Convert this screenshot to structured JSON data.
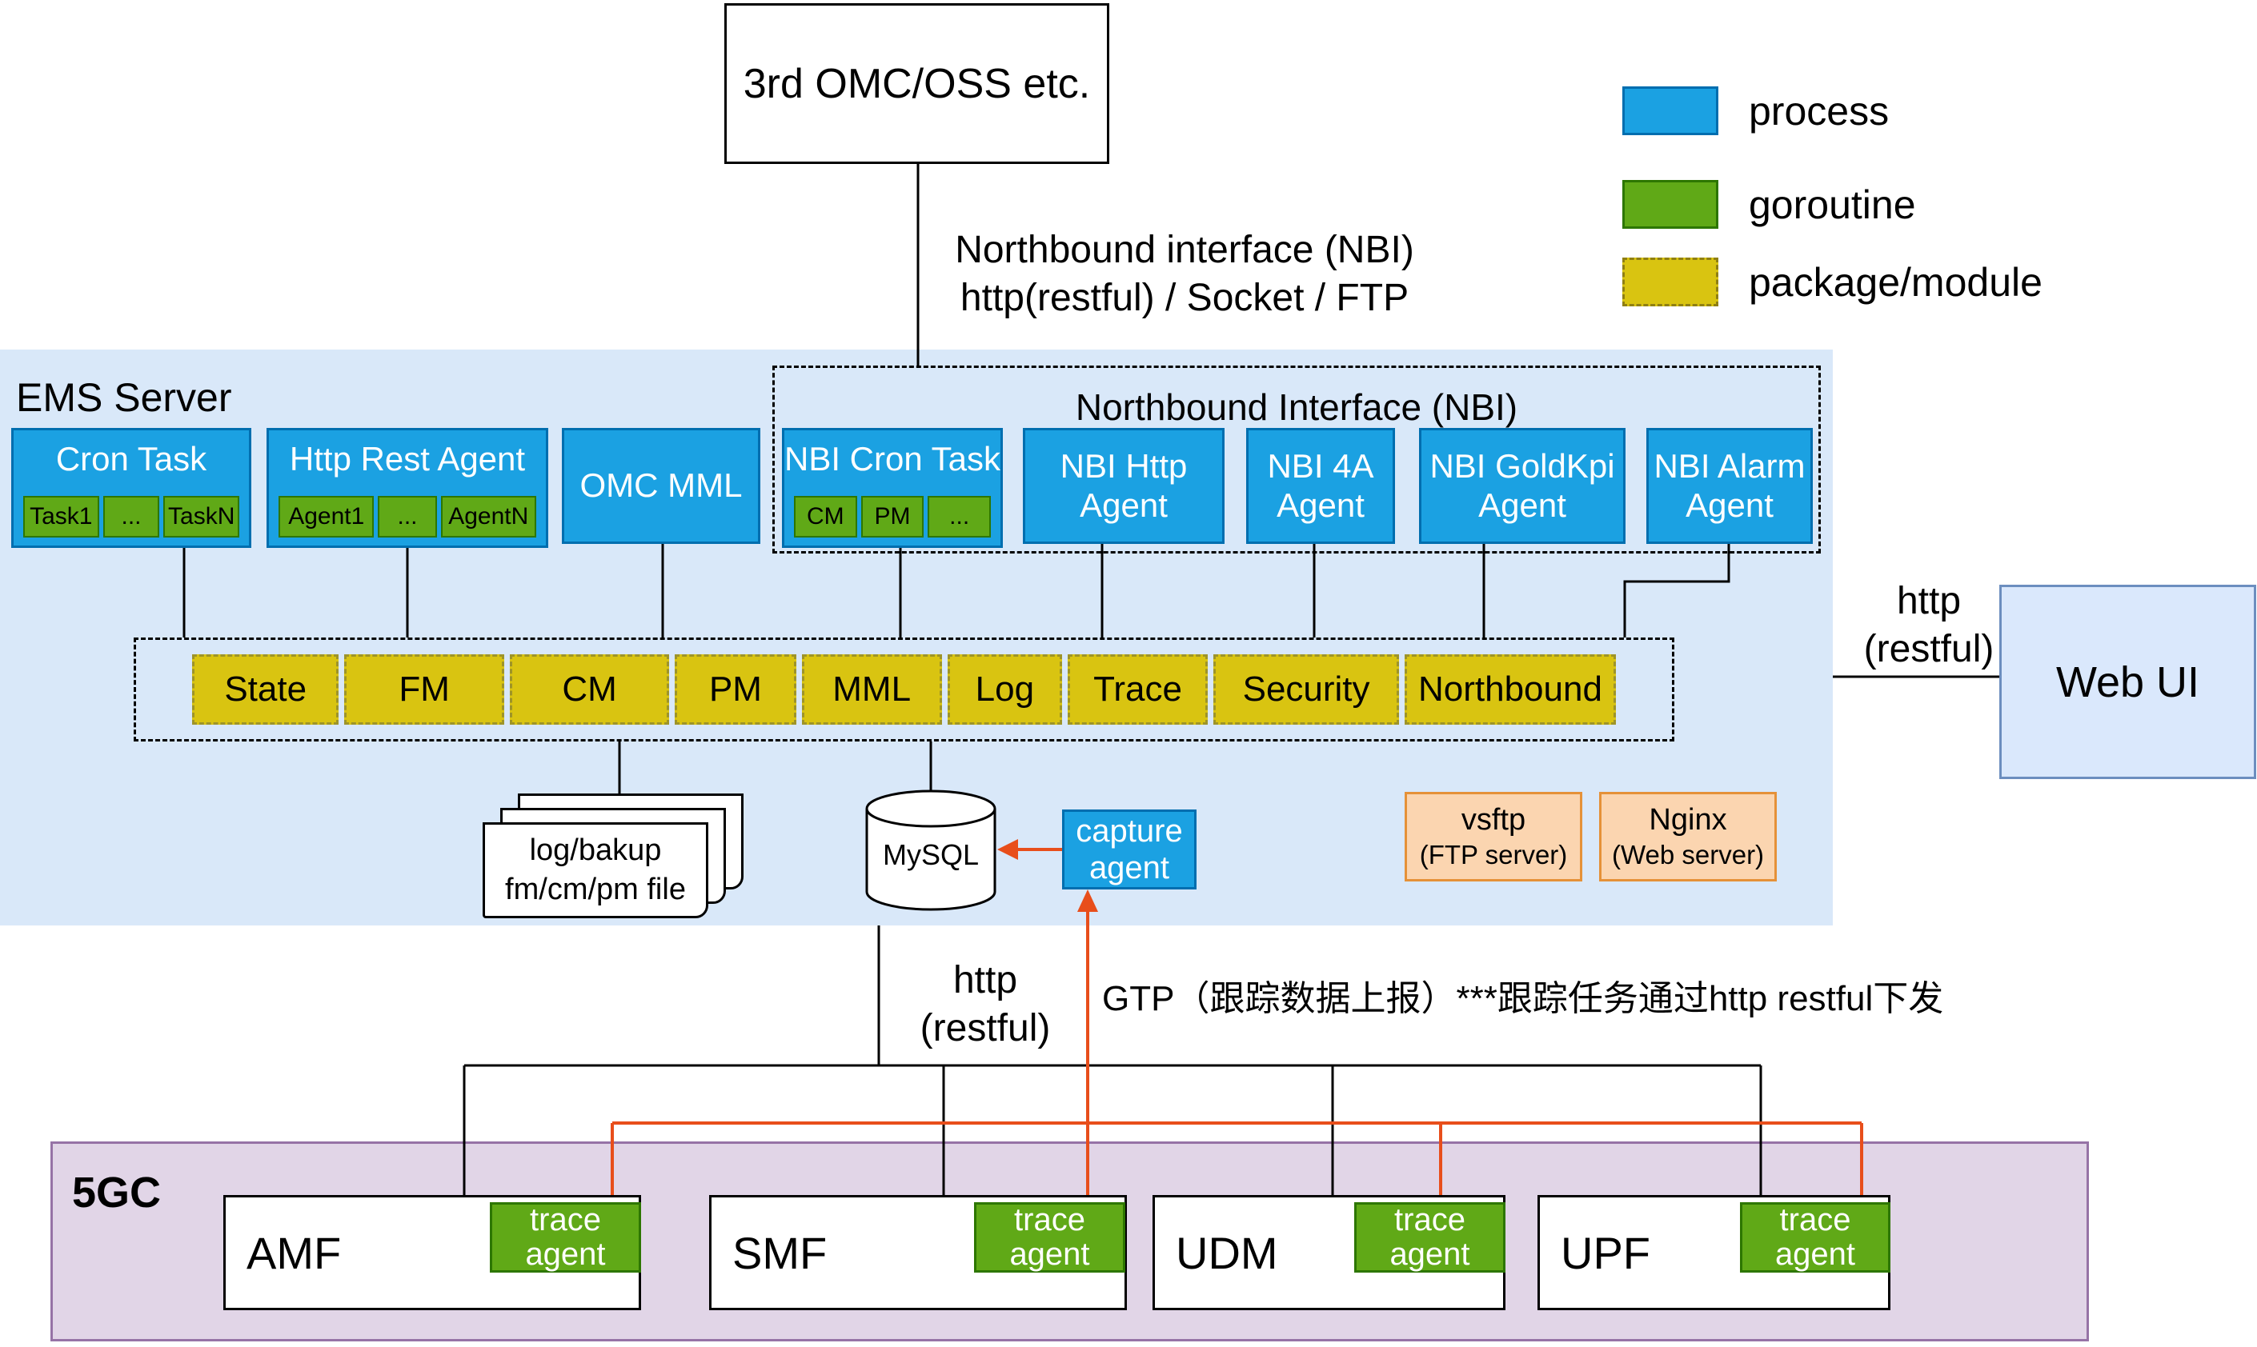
{
  "external": {
    "label": "3rd OMC/OSS etc."
  },
  "legend": {
    "process": "process",
    "goroutine": "goroutine",
    "package": "package/module"
  },
  "nbi_link": {
    "line1": "Northbound interface (NBI)",
    "line2": "http(restful) / Socket / FTP"
  },
  "ems": {
    "title": "EMS Server",
    "cron_task": {
      "title": "Cron Task",
      "subs": [
        "Task1",
        "...",
        "TaskN"
      ]
    },
    "http_rest_agent": {
      "title": "Http Rest Agent",
      "subs": [
        "Agent1",
        "...",
        "AgentN"
      ]
    },
    "omc_mml": {
      "title": "OMC MML"
    },
    "nbi_group": {
      "title": "Northbound Interface (NBI)",
      "nbi_cron_task": {
        "title": "NBI Cron Task",
        "subs": [
          "CM",
          "PM",
          "..."
        ]
      },
      "agents": [
        "NBI Http Agent",
        "NBI 4A Agent",
        "NBI GoldKpi Agent",
        "NBI Alarm Agent"
      ]
    },
    "modules": [
      "State",
      "FM",
      "CM",
      "PM",
      "MML",
      "Log",
      "Trace",
      "Security",
      "Northbound"
    ],
    "files": {
      "line1": "log/bakup",
      "line2": "fm/cm/pm file"
    },
    "mysql": "MySQL",
    "capture_agent": "capture agent",
    "vsftp": {
      "line1": "vsftp",
      "line2": "(FTP server)"
    },
    "nginx": {
      "line1": "Nginx",
      "line2": "(Web server)"
    }
  },
  "webui": {
    "label": "Web UI"
  },
  "links": {
    "webui_http_line1": "http",
    "webui_http_line2": "(restful)",
    "south_http_line1": "http",
    "south_http_line2": "(restful)",
    "gtp": "GTP（跟踪数据上报）***跟踪任务通过http restful下发"
  },
  "core": {
    "title": "5GC",
    "elements": [
      {
        "name": "AMF",
        "agent": "trace agent"
      },
      {
        "name": "SMF",
        "agent": "trace agent"
      },
      {
        "name": "UDM",
        "agent": "trace agent"
      },
      {
        "name": "UPF",
        "agent": "trace agent"
      }
    ]
  },
  "colors": {
    "process_blue": "#1ba1e2",
    "goroutine_green": "#60a917",
    "package_yellow": "#d9c411",
    "ems_background": "#d9e8f9",
    "core_background": "#e1d5e7",
    "webui_fill": "#dae8fc",
    "server_fill": "#fbd5b0",
    "orange_line": "#e84e1b"
  }
}
